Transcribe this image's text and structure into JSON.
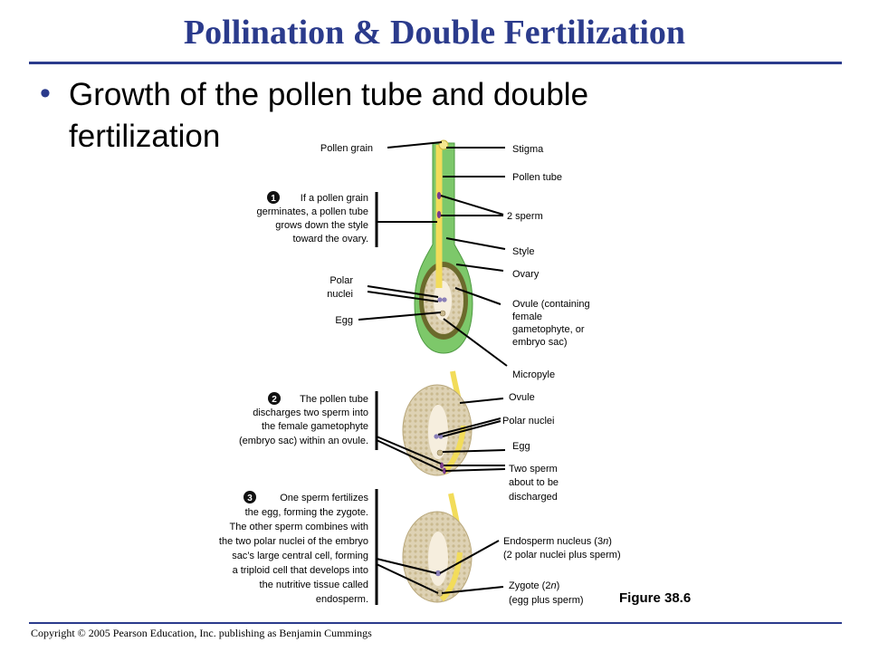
{
  "title": "Pollination & Double Fertilization",
  "bullet": {
    "line1": "Growth of the pollen tube and double",
    "line2": "fertilization"
  },
  "labels": {
    "pollen_grain": "Pollen grain",
    "stigma": "Stigma",
    "pollen_tube": "Pollen tube",
    "two_sperm": "2 sperm",
    "style": "Style",
    "ovary": "Ovary",
    "polar_nuclei_1": "Polar",
    "polar_nuclei_2": "nuclei",
    "egg": "Egg",
    "ovule_containing": [
      "Ovule (containing",
      "female",
      "gametophyte, or",
      "embryo sac)"
    ],
    "micropyle": "Micropyle",
    "ovule": "Ovule",
    "polar_nuclei": "Polar nuclei",
    "egg2": "Egg",
    "two_sperm_discharged": [
      "Two sperm",
      "about to be",
      "discharged"
    ],
    "endosperm_nucleus": [
      "Endosperm nucleus (3",
      "n",
      ")",
      "(2 polar nuclei plus sperm)"
    ],
    "zygote": [
      "Zygote (2",
      "n",
      ")",
      "(egg plus sperm)"
    ]
  },
  "steps": [
    {
      "number": "1",
      "lines": [
        "If a pollen grain",
        "germinates, a pollen tube",
        "grows down the style",
        "toward the ovary."
      ]
    },
    {
      "number": "2",
      "lines": [
        "The pollen tube",
        "discharges two sperm into",
        "the female gametophyte",
        "(embryo sac) within an ovule."
      ]
    },
    {
      "number": "3",
      "lines": [
        "One sperm fertilizes",
        "the egg, forming the zygote.",
        "The other sperm combines with",
        "the two polar nuclei of the embryo",
        "sac’s large central cell, forming",
        "a triploid cell that develops into",
        "the nutritive tissue called",
        "endosperm."
      ]
    }
  ],
  "figure_label": "Figure 38.6",
  "copyright": "Copyright © 2005 Pearson Education, Inc. publishing as Benjamin Cummings",
  "colors": {
    "title": "#2b3b8c",
    "style_green": "#7dc86a",
    "pollen_tube": "#f2dc5a",
    "ovule_tan": "#ded2b4",
    "ovary_dark": "#6b6a2c"
  }
}
